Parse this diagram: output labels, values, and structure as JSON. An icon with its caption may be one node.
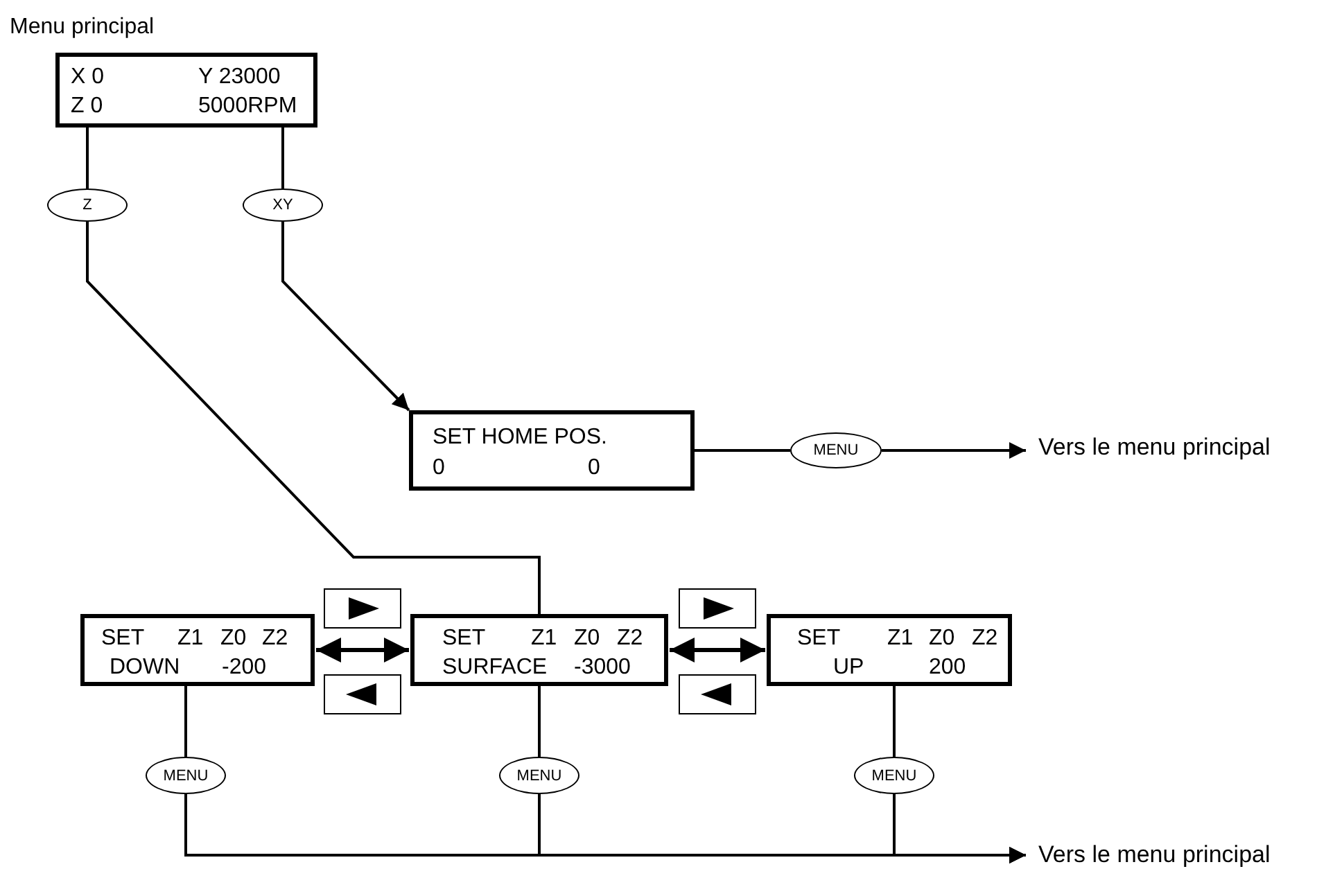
{
  "diagram": {
    "nodes": [
      {
        "text": [
          "Menu principal",
          "X 0",
          "Y 23000",
          "Z 0",
          "5000RPM"
        ]
      },
      {
        "text": [
          "Z"
        ]
      },
      {
        "text": [
          "XY"
        ]
      },
      {
        "text": [
          "SET HOME POS.",
          "0",
          "0"
        ]
      },
      {
        "text": [
          "MENU"
        ]
      },
      {
        "text": [
          "Vers le menu principal"
        ]
      },
      {
        "text": [
          "SET",
          "Z1",
          "Z0",
          "Z2",
          "DOWN",
          "-200"
        ]
      },
      {
        "text": [
          "SET",
          "Z1",
          "Z0",
          "Z2",
          "SURFACE",
          "-3000"
        ]
      },
      {
        "text": [
          "SET",
          "Z1",
          "Z0",
          "Z2",
          "UP",
          "200"
        ]
      },
      {
        "text": [
          "MENU"
        ]
      },
      {
        "text": [
          "MENU"
        ]
      },
      {
        "text": [
          "MENU"
        ]
      },
      {
        "text": [
          "Vers le menu principal"
        ]
      }
    ],
    "edges": [
      {
        "from": 0,
        "to": 1,
        "arrow": "none"
      },
      {
        "from": 0,
        "to": 2,
        "arrow": "none"
      },
      {
        "from": 1,
        "to": 7,
        "arrow": "none"
      },
      {
        "from": 2,
        "to": 3,
        "arrow": "to"
      },
      {
        "from": 3,
        "to": 4,
        "arrow": "none"
      },
      {
        "from": 4,
        "to": 5,
        "arrow": "to"
      },
      {
        "from": 6,
        "to": 7,
        "arrow": "both"
      },
      {
        "from": 7,
        "to": 8,
        "arrow": "both"
      },
      {
        "from": 6,
        "to": 9,
        "arrow": "none"
      },
      {
        "from": 7,
        "to": 10,
        "arrow": "none"
      },
      {
        "from": 8,
        "to": 11,
        "arrow": "none"
      },
      {
        "from": 9,
        "to": 12,
        "arrow": "to"
      },
      {
        "from": 10,
        "to": 12,
        "arrow": "to"
      },
      {
        "from": 11,
        "to": 12,
        "arrow": "to"
      }
    ]
  }
}
